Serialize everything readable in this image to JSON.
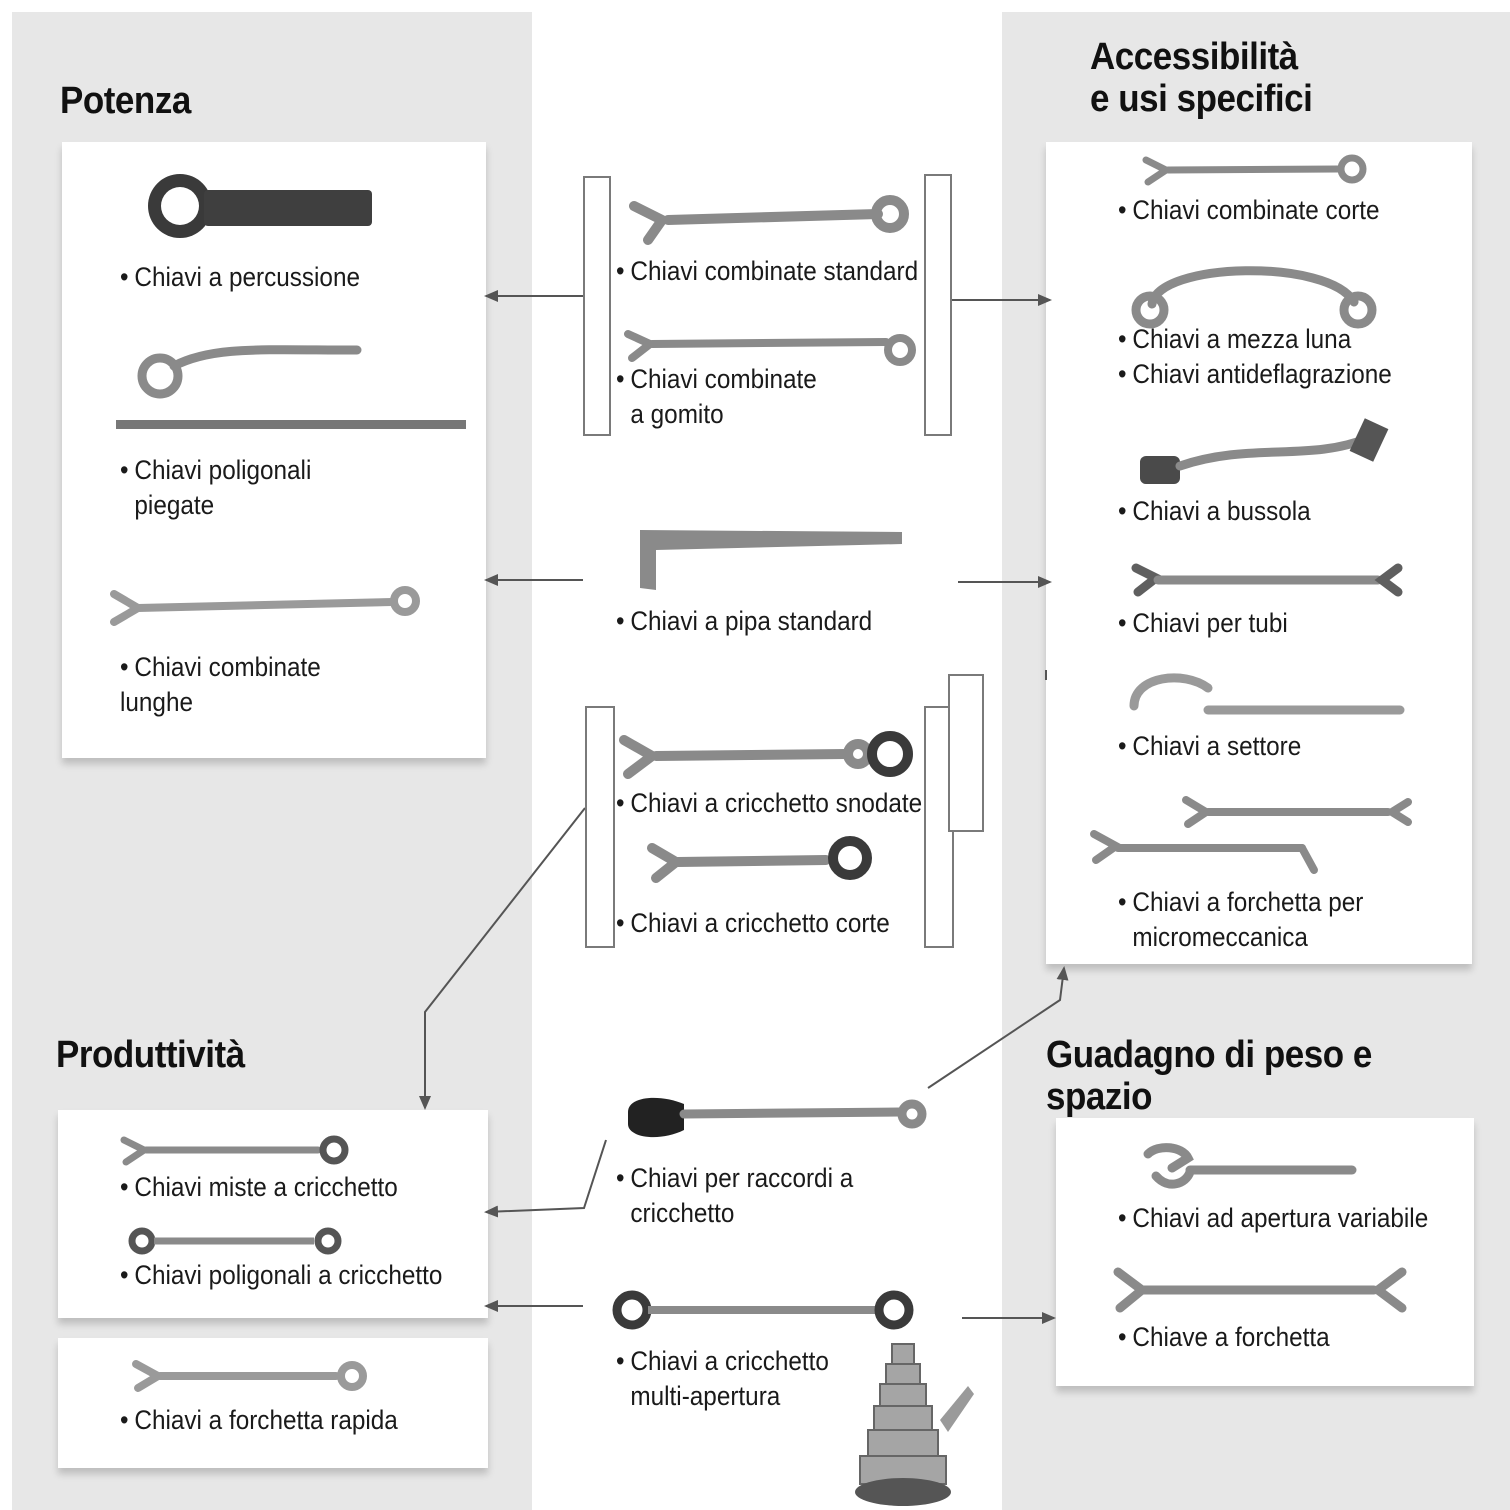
{
  "colors": {
    "panel": "#e7e7e7",
    "card": "#ffffff",
    "line": "#555555",
    "tool": "#8a8a8a"
  },
  "sections": {
    "potenza": "Potenza",
    "accessibilita": "Accessibilità\ne usi specifici",
    "produttivita": "Produttività",
    "guadagno": "Guadagno di peso e spazio"
  },
  "potenza_items": {
    "percussione": "Chiavi a percussione",
    "poligonali_1": "Chiavi poligonali",
    "poligonali_2": "piegate",
    "combinate_lunghe_1": "Chiavi combinate",
    "combinate_lunghe_2": "lunghe"
  },
  "center_items": {
    "combinate_standard": "Chiavi combinate standard",
    "gomito_1": "Chiavi combinate",
    "gomito_2": "a gomito",
    "pipa": "Chiavi a pipa standard",
    "snodate": "Chiavi a cricchetto snodate",
    "corte": "Chiavi a cricchetto corte",
    "raccordi_1": "Chiavi per raccordi a",
    "raccordi_2": "cricchetto",
    "multi_1": "Chiavi a cricchetto",
    "multi_2": "multi-apertura"
  },
  "accessibilita_items": {
    "combinate_corte": "Chiavi combinate corte",
    "mezza_luna": "Chiavi a mezza luna",
    "antideflagrazione": "Chiavi antideflagrazione",
    "bussola": "Chiavi a bussola",
    "tubi": "Chiavi per tubi",
    "settore": "Chiavi a settore",
    "micro_1": "Chiavi a forchetta per",
    "micro_2": "micromeccanica"
  },
  "produttivita_items": {
    "miste": "Chiavi miste a cricchetto",
    "poligonali": "Chiavi poligonali a cricchetto",
    "rapida": "Chiavi a forchetta rapida"
  },
  "guadagno_items": {
    "variabile": "Chiavi ad apertura variabile",
    "forchetta": "Chiave a forchetta"
  }
}
